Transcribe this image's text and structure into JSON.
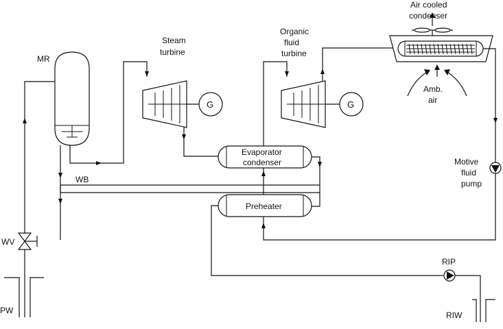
{
  "labels": {
    "mr": "MR",
    "steam_turbine_1": "Steam",
    "steam_turbine_2": "turbine",
    "organic_1": "Organic",
    "organic_2": "fluid",
    "organic_3": "turbine",
    "air_cooled_1": "Air cooled",
    "air_cooled_2": "condenser",
    "amb_1": "Amb.",
    "amb_2": "air",
    "generator_1": "G",
    "generator_2": "G",
    "evaporator_1": "Evaporator",
    "evaporator_2": "condenser",
    "preheater": "Preheater",
    "wb": "WB",
    "wv": "WV",
    "pw": "PW",
    "rip": "RIP",
    "riw": "RIW",
    "motive_1": "Motive",
    "motive_2": "fluid",
    "motive_3": "pump"
  }
}
